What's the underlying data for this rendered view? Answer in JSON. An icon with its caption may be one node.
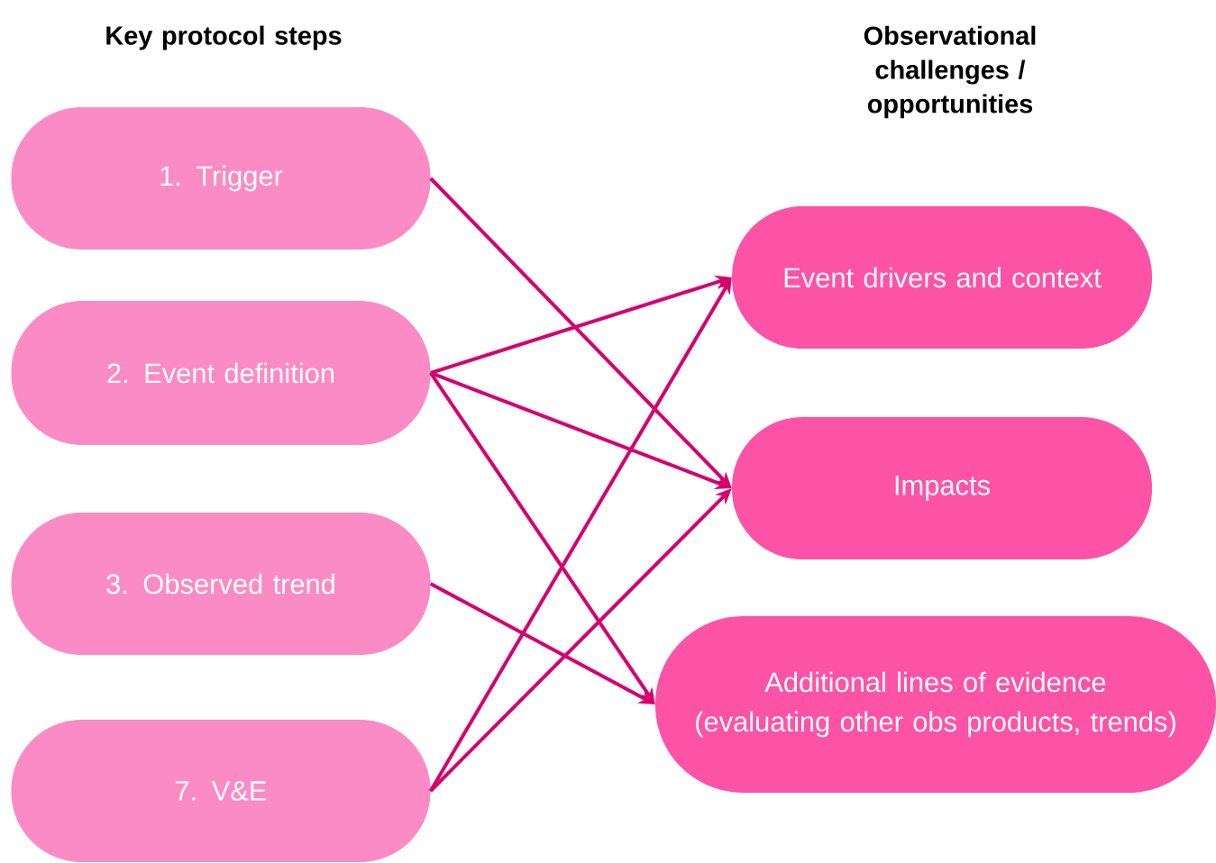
{
  "diagram": {
    "nodes": [
      {
        "text": [
          "1. Trigger"
        ]
      },
      {
        "text": [
          "2. Event definition"
        ]
      },
      {
        "text": [
          "3. Observed trend"
        ]
      },
      {
        "text": [
          "7. V&E"
        ]
      },
      {
        "text": [
          "Event drivers and context"
        ]
      },
      {
        "text": [
          "Impacts"
        ]
      },
      {
        "text": [
          "Additional lines of evidence (evaluating other obs products, trends)"
        ]
      }
    ],
    "edges": [
      {
        "from": 0,
        "to": 5,
        "arrow": "to"
      },
      {
        "from": 1,
        "to": 4,
        "arrow": "to"
      },
      {
        "from": 1,
        "to": 5,
        "arrow": "to"
      },
      {
        "from": 1,
        "to": 6,
        "arrow": "to"
      },
      {
        "from": 2,
        "to": 6,
        "arrow": "to"
      },
      {
        "from": 3,
        "to": 4,
        "arrow": "to"
      },
      {
        "from": 3,
        "to": 5,
        "arrow": "to"
      }
    ],
    "labels": [
      "Key protocol steps",
      "Observational challenges / opportunities"
    ]
  }
}
